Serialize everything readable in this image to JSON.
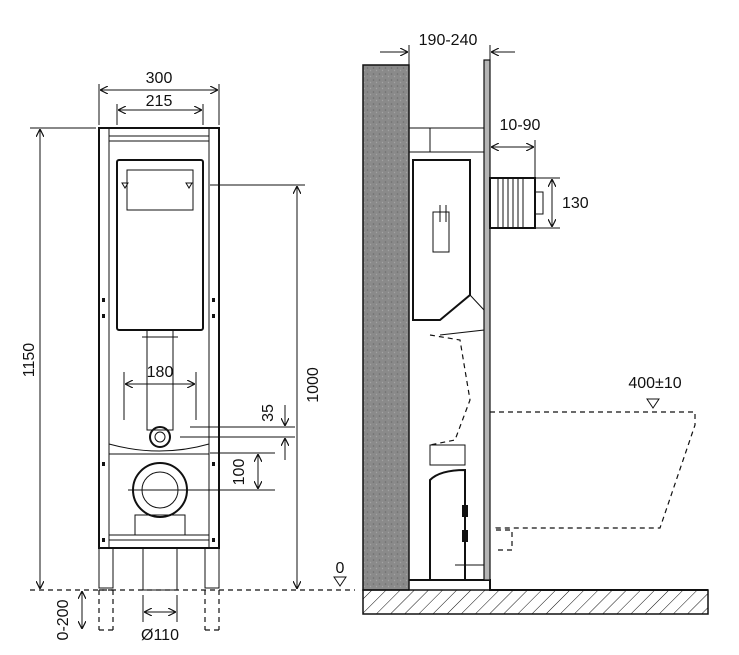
{
  "diagram": {
    "front_view": {
      "width_outer": "300",
      "width_inner": "215",
      "height_total": "1150",
      "height_frame": "1000",
      "bolt_spacing": "180",
      "inlet_offset": "35",
      "outlet_offset": "100",
      "leg_adjust": "0-200",
      "drain_diameter": "Ø110"
    },
    "side_view": {
      "wall_gap": "190-240",
      "button_depth": "10-90",
      "button_height": "130",
      "bowl_height": "400±10",
      "floor_level": "0"
    }
  }
}
